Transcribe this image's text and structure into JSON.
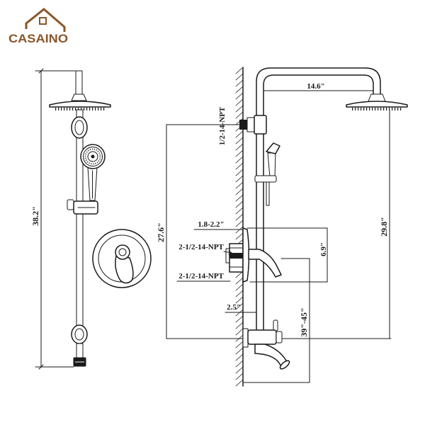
{
  "logo": {
    "text": "CASAINO"
  },
  "colors": {
    "brand": "#8a5628",
    "lines": "#1a1a1a"
  },
  "left_view": {
    "height_label": "38.2\""
  },
  "right_view": {
    "arm_length_label": "14.6\"",
    "wall_inlet_label": "1/2-14-NPT",
    "inlet_height_label": "27.6\"",
    "plate_depth_label": "1.8-2.2\"",
    "valve_inlet_label": "2-1/2-14-NPT",
    "valve_outlet_label": "2-1/2-14-NPT",
    "plate_height_label": "6.9\"",
    "head_height_label": "29.8\"",
    "spout_offset_label": "2.5\"",
    "valve_height_label": "39\"-45\""
  }
}
